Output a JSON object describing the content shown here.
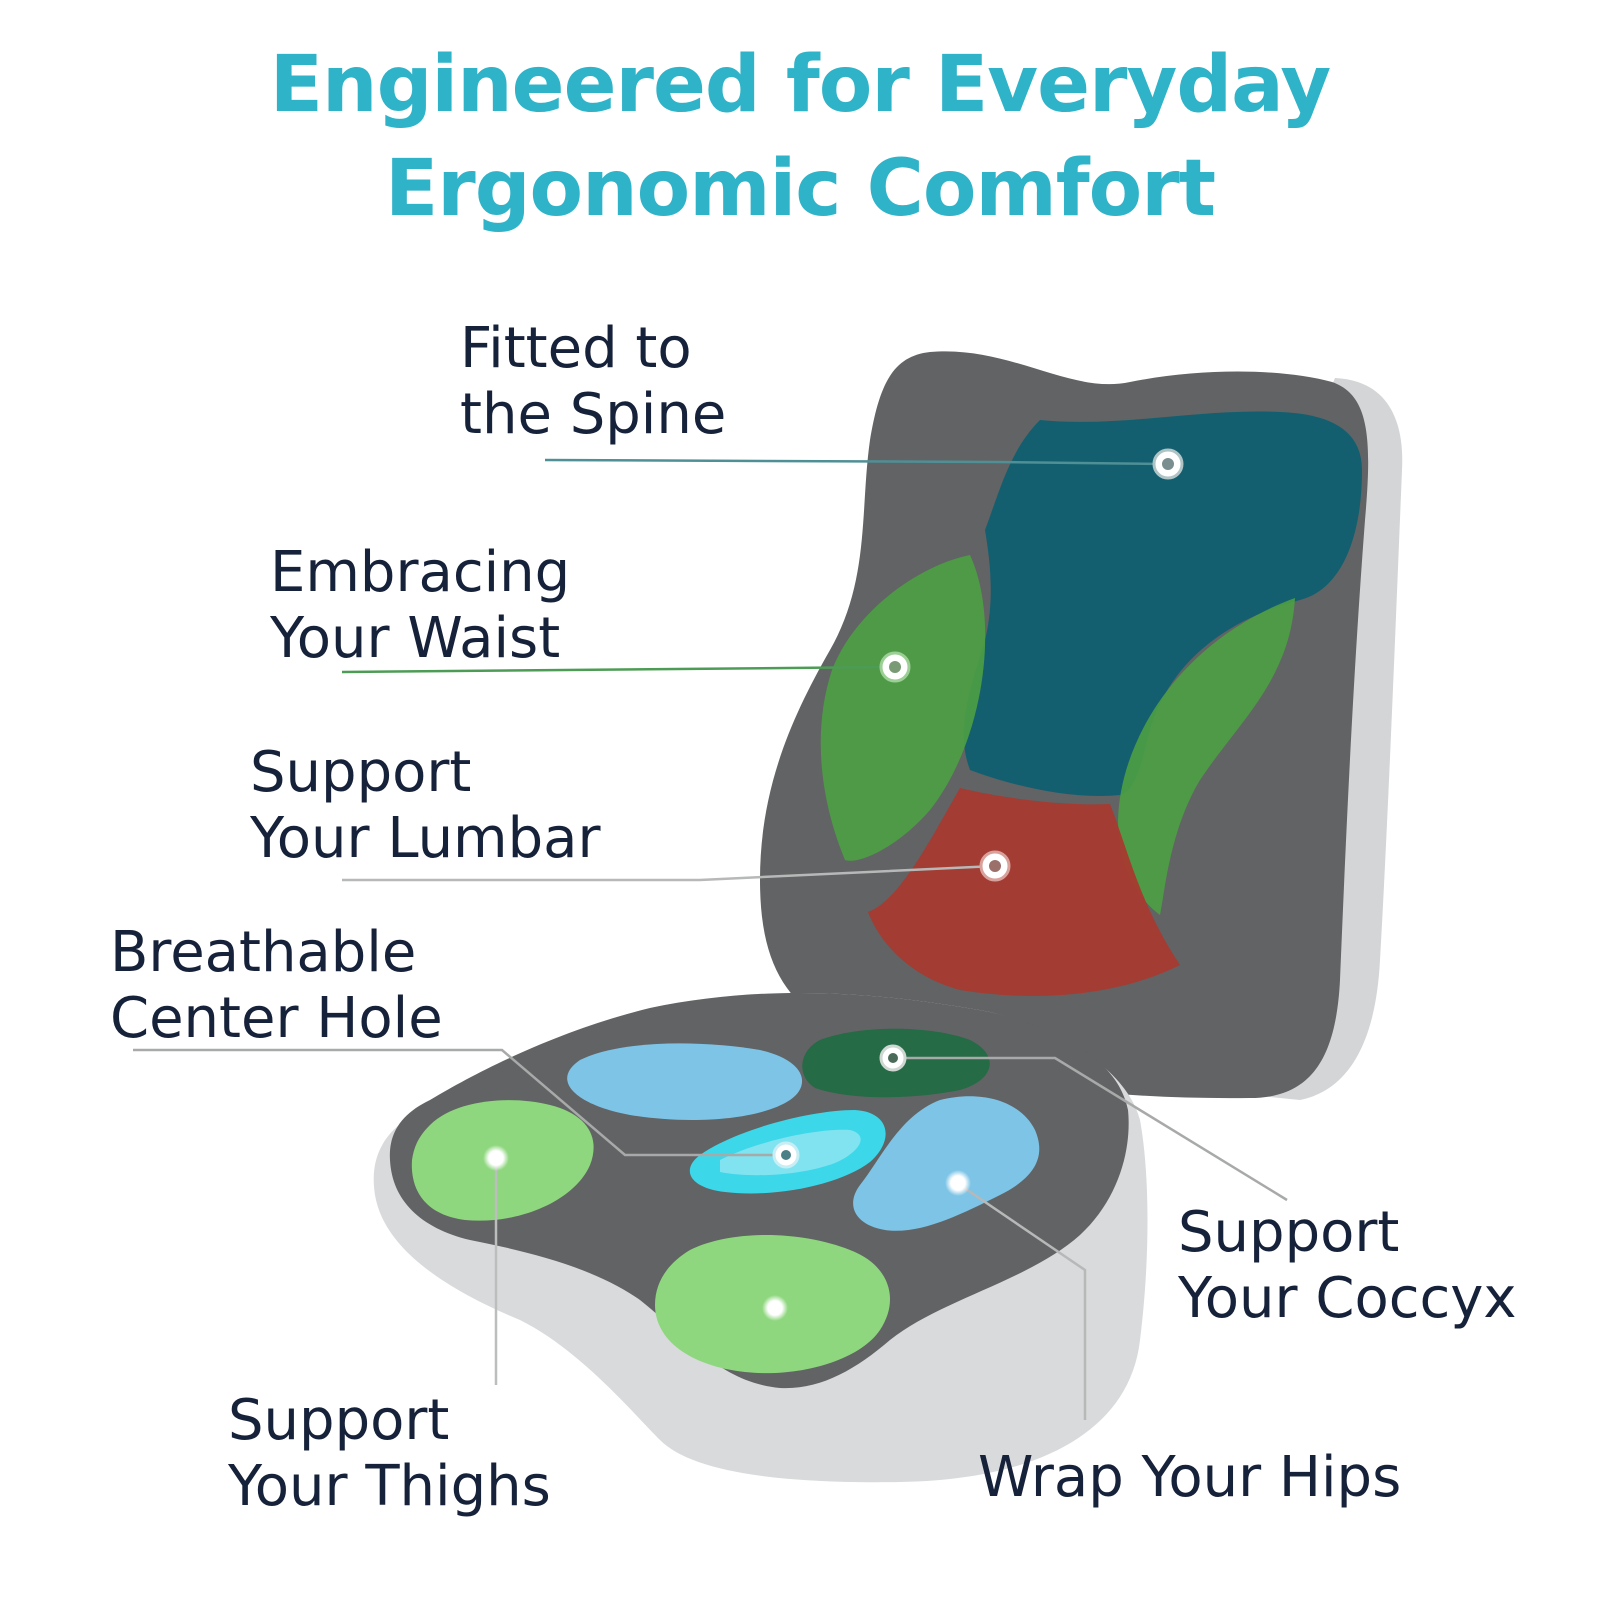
{
  "headline": {
    "line1": "Engineered for Everyday",
    "line2": "Ergonomic Comfort"
  },
  "callouts": {
    "spine": {
      "line1": "Fitted to",
      "line2": "the Spine"
    },
    "waist": {
      "line1": "Embracing",
      "line2": "Your Waist"
    },
    "lumbar": {
      "line1": "Support",
      "line2": "Your Lumbar"
    },
    "hole": {
      "line1": "Breathable",
      "line2": "Center Hole"
    },
    "coccyx": {
      "line1": "Support",
      "line2": "Your Coccyx"
    },
    "thighs": {
      "line1": "Support",
      "line2": "Your Thighs"
    },
    "hips": {
      "line1": "Wrap Your Hips"
    }
  },
  "colors": {
    "headline": "#2fb3c8",
    "label_text": "#16213a",
    "cushion_gray": "#626364",
    "cushion_edge": "#d9dadb",
    "spine_zone": "#0f5f70",
    "waist_zone": "#4c9e44",
    "lumbar_zone": "#a63a30",
    "seat_blue": "#7ec4e6",
    "seat_green": "#8ed77e",
    "coccyx_zone": "#246b46",
    "hole_cyan": "#3dd7ea"
  }
}
